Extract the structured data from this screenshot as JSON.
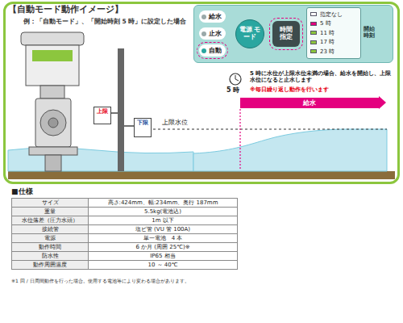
{
  "diagram": {
    "title": "【自動モード動作イメージ】",
    "nodes": [
      {
        "text": [
          "例：「自動モード」、「開始時刻 5 時」に設定した場合"
        ]
      },
      {
        "text": [
          "給水",
          "止水",
          "自動",
          "開始 時刻"
        ],
        "in": 0
      },
      {
        "text": [
          "電源 モード"
        ],
        "in": 1
      },
      {
        "text": [
          "時間 指定"
        ],
        "in": 1
      },
      {
        "text": [
          "指定なし",
          "5 時",
          "11 時",
          "17 時",
          "23 時"
        ],
        "in": 1
      },
      {
        "text": [
          "上限"
        ],
        "in": 0
      },
      {
        "text": [
          "下限"
        ],
        "in": 0
      },
      {
        "text": [
          "給水"
        ],
        "in": 0
      }
    ],
    "labels": [
      "5 時",
      "5 時に水位が上限水位未満の場合、給水を開始し、上限水位になると止水します",
      "※毎日繰り返し動作を行います",
      "上限水位",
      "■仕様",
      "サイズ",
      "高さ:424mm、幅:234mm、奥行 187mm",
      "重量",
      "5.5kg(電池込)",
      "水位落差（圧力水頭）",
      "1m 以下",
      "接続管",
      "塩ビ管 (VU 管 100A)",
      "電源",
      "単一電池　4 本",
      "動作時間",
      "6 か月 (周囲 25℃)※",
      "防水性",
      "IP65 相当",
      "動作周囲温度",
      "10 ～ 40℃",
      "※1 回 / 日周間動作を行った場合。使用する電池等により変わる場合があります。"
    ]
  }
}
